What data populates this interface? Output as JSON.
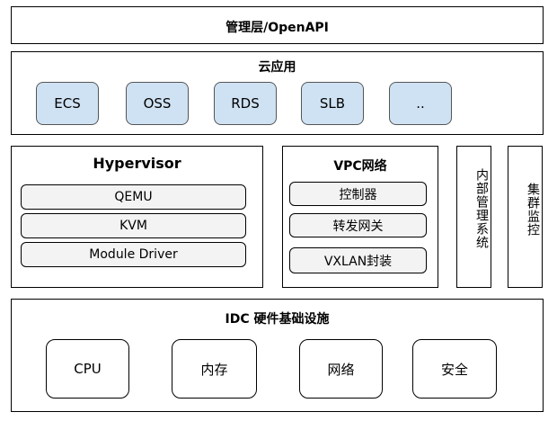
{
  "management": {
    "title": "管理层/OpenAPI"
  },
  "cloud_apps": {
    "title": "云应用",
    "items": [
      "ECS",
      "OSS",
      "RDS",
      "SLB",
      ".."
    ]
  },
  "hypervisor": {
    "title": "Hypervisor",
    "items": [
      "QEMU",
      "KVM",
      "Module Driver"
    ]
  },
  "vpc": {
    "title": "VPC网络",
    "items": [
      "控制器",
      "转发网关",
      "VXLAN封装"
    ]
  },
  "internal_mgmt": {
    "label": "内部管理系统"
  },
  "cluster_monitor": {
    "label": "集群监控"
  },
  "idc": {
    "title": "IDC 硬件基础设施",
    "items": [
      "CPU",
      "内存",
      "网络",
      "安全"
    ]
  }
}
